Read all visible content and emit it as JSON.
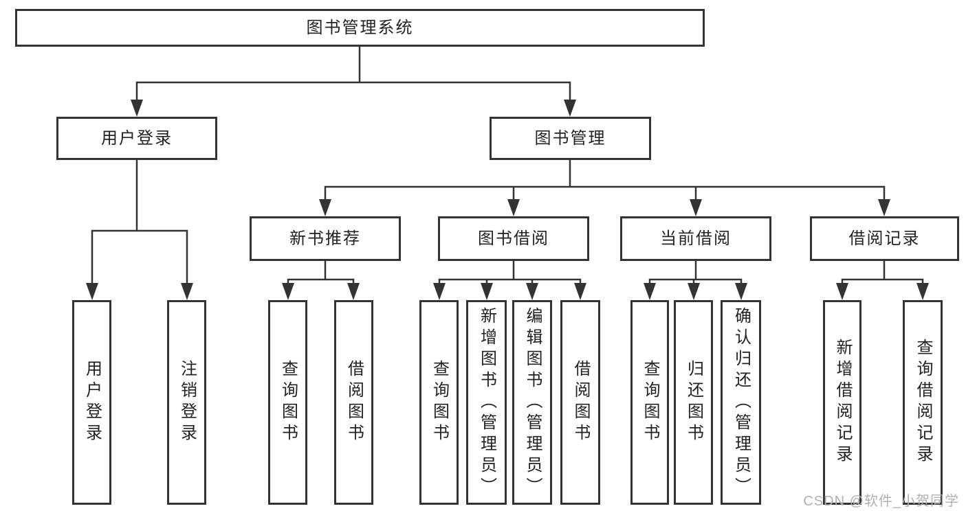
{
  "tree": {
    "root": {
      "label": "图书管理系统"
    },
    "level2": [
      {
        "label": "用户登录"
      },
      {
        "label": "图书管理"
      }
    ],
    "level3": [
      {
        "label": "新书推荐"
      },
      {
        "label": "图书借阅"
      },
      {
        "label": "当前借阅"
      },
      {
        "label": "借阅记录"
      }
    ],
    "leaves": {
      "login": [
        {
          "label": "用户登录"
        },
        {
          "label": "注销登录"
        }
      ],
      "newbook": [
        {
          "label": "查询图书"
        },
        {
          "label": "借阅图书"
        }
      ],
      "borrow": [
        {
          "label": "查询图书"
        },
        {
          "label": "新增图书（管理员）"
        },
        {
          "label": "编辑图书（管理员）"
        },
        {
          "label": "借阅图书"
        }
      ],
      "current": [
        {
          "label": "查询图书"
        },
        {
          "label": "归还图书"
        },
        {
          "label": "确认归还（管理员）"
        }
      ],
      "records": [
        {
          "label": "新增借阅记录"
        },
        {
          "label": "查询借阅记录"
        }
      ]
    },
    "watermark": "CSDN @软件_小贺同学"
  },
  "colors": {
    "line": "#333333",
    "box_border": "#333333",
    "text": "#222222",
    "watermark": "#b0b0b0",
    "background": "#ffffff"
  }
}
